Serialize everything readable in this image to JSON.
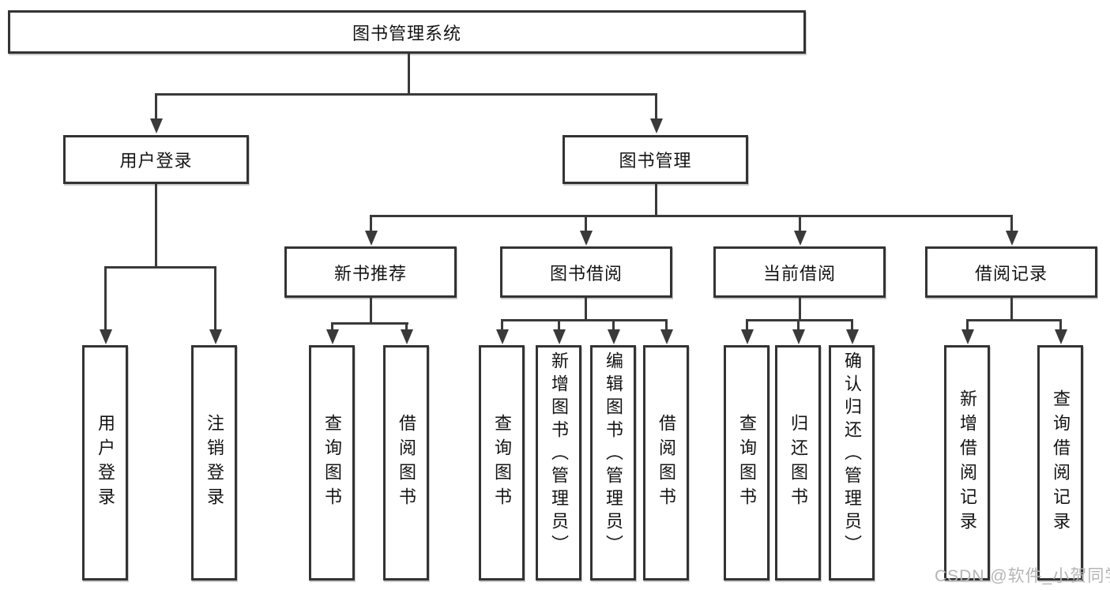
{
  "diagram_title": "图书管理系统",
  "tree": {
    "root": {
      "label": "图书管理系统"
    },
    "branches": [
      {
        "label": "用户登录",
        "children": [
          {
            "label": "用户登录"
          },
          {
            "label": "注销登录"
          }
        ]
      },
      {
        "label": "图书管理",
        "children": [
          {
            "label": "新书推荐",
            "children": [
              {
                "label": "查询图书"
              },
              {
                "label": "借阅图书"
              }
            ]
          },
          {
            "label": "图书借阅",
            "children": [
              {
                "label": "查询图书"
              },
              {
                "label": "新增图书（管理员）"
              },
              {
                "label": "编辑图书（管理员）"
              },
              {
                "label": "借阅图书"
              }
            ]
          },
          {
            "label": "当前借阅",
            "children": [
              {
                "label": "查询图书"
              },
              {
                "label": "归还图书"
              },
              {
                "label": "确认归还（管理员）"
              }
            ]
          },
          {
            "label": "借阅记录",
            "children": [
              {
                "label": "新增借阅记录"
              },
              {
                "label": "查询借阅记录"
              }
            ]
          }
        ]
      }
    ]
  },
  "watermark": "CSDN @软件_小贺同学",
  "colors": {
    "line": "#3a3a3a",
    "box_border": "#333333",
    "background": "#ffffff",
    "text": "#141414",
    "watermark": "#b5b5b5"
  }
}
